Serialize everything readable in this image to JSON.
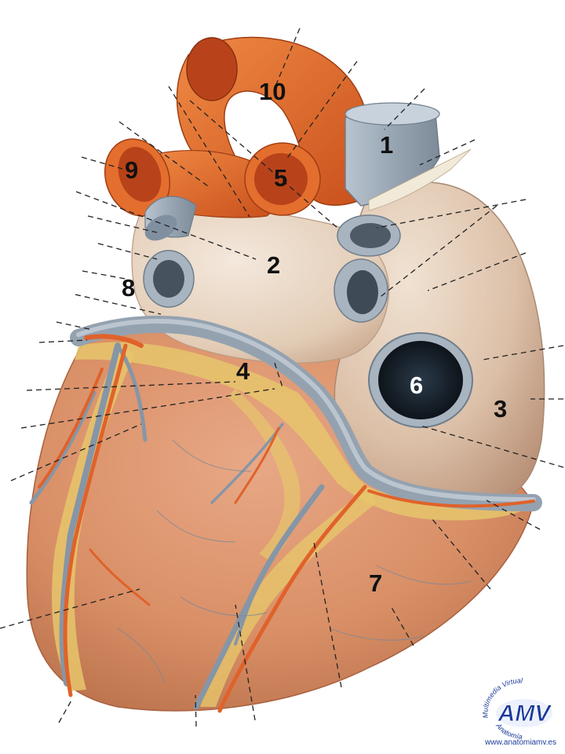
{
  "labels": {
    "l1": "1",
    "l2": "2",
    "l3": "3",
    "l4": "4",
    "l5": "5",
    "l6": "6",
    "l7": "7",
    "l8": "8",
    "l9": "9",
    "l10": "10"
  },
  "logo": {
    "text": "AMV",
    "arc_top": "Multimedia Virtual",
    "arc_bottom": "Anatomía",
    "url": "www.anatomiamv.es"
  },
  "colors": {
    "myocardium": "#d9906a",
    "artery": "#e0622a",
    "vein": "#9aa8b6",
    "fat": "#e3c76a",
    "atrium": "#e8d6c4",
    "logo_blue": "#1b3a9a"
  }
}
